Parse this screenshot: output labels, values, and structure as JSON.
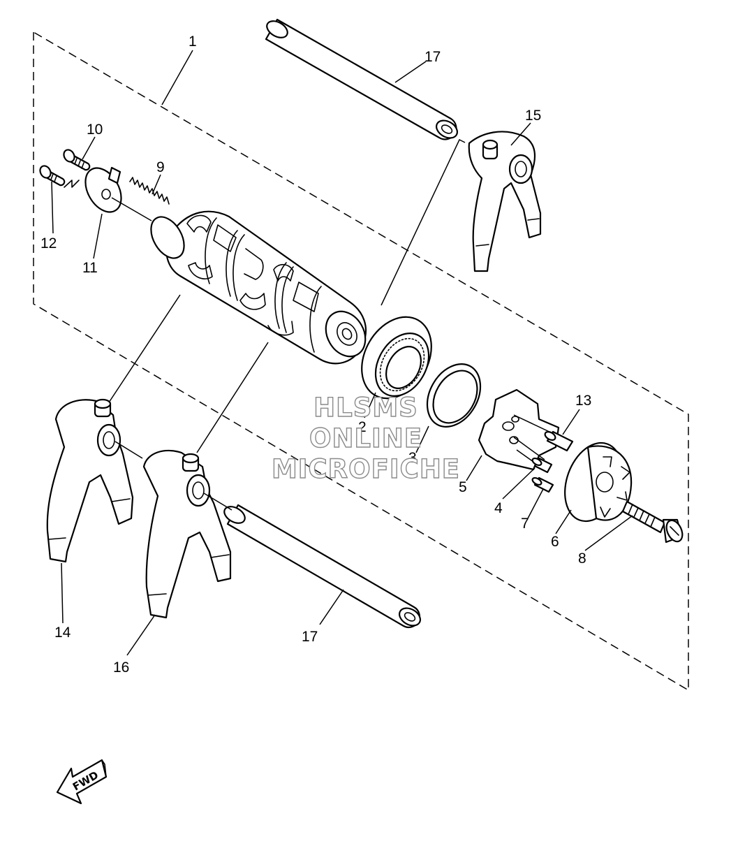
{
  "watermark": {
    "line1": "HLSMS",
    "line2": "ONLINE",
    "line3": "MICROFICHE"
  },
  "direction_badge": {
    "text": "FWD"
  },
  "callouts": [
    "1",
    "2",
    "3",
    "4",
    "5",
    "6",
    "7",
    "8",
    "9",
    "10",
    "11",
    "12",
    "13",
    "14",
    "15",
    "16",
    "17",
    "17"
  ],
  "parts": [
    {
      "ref": "1",
      "icon": "shift-drum-icon"
    },
    {
      "ref": "2",
      "icon": "bearing-icon"
    },
    {
      "ref": "3",
      "icon": "circlip-icon"
    },
    {
      "ref": "4",
      "icon": "dowel-pin-icon"
    },
    {
      "ref": "5",
      "icon": "segment-plate-icon"
    },
    {
      "ref": "6",
      "icon": "shift-drum-segment-icon"
    },
    {
      "ref": "7",
      "icon": "dowel-pin-icon"
    },
    {
      "ref": "8",
      "icon": "countersunk-screw-icon"
    },
    {
      "ref": "9",
      "icon": "spring-icon"
    },
    {
      "ref": "10",
      "icon": "screw-icon"
    },
    {
      "ref": "11",
      "icon": "stopper-plate-icon"
    },
    {
      "ref": "12",
      "icon": "screw-icon"
    },
    {
      "ref": "13",
      "icon": "dowel-pin-icon"
    },
    {
      "ref": "14",
      "icon": "shift-fork-icon"
    },
    {
      "ref": "15",
      "icon": "shift-fork-icon"
    },
    {
      "ref": "16",
      "icon": "shift-fork-icon"
    },
    {
      "ref": "17",
      "icon": "fork-guide-bar-icon"
    }
  ]
}
